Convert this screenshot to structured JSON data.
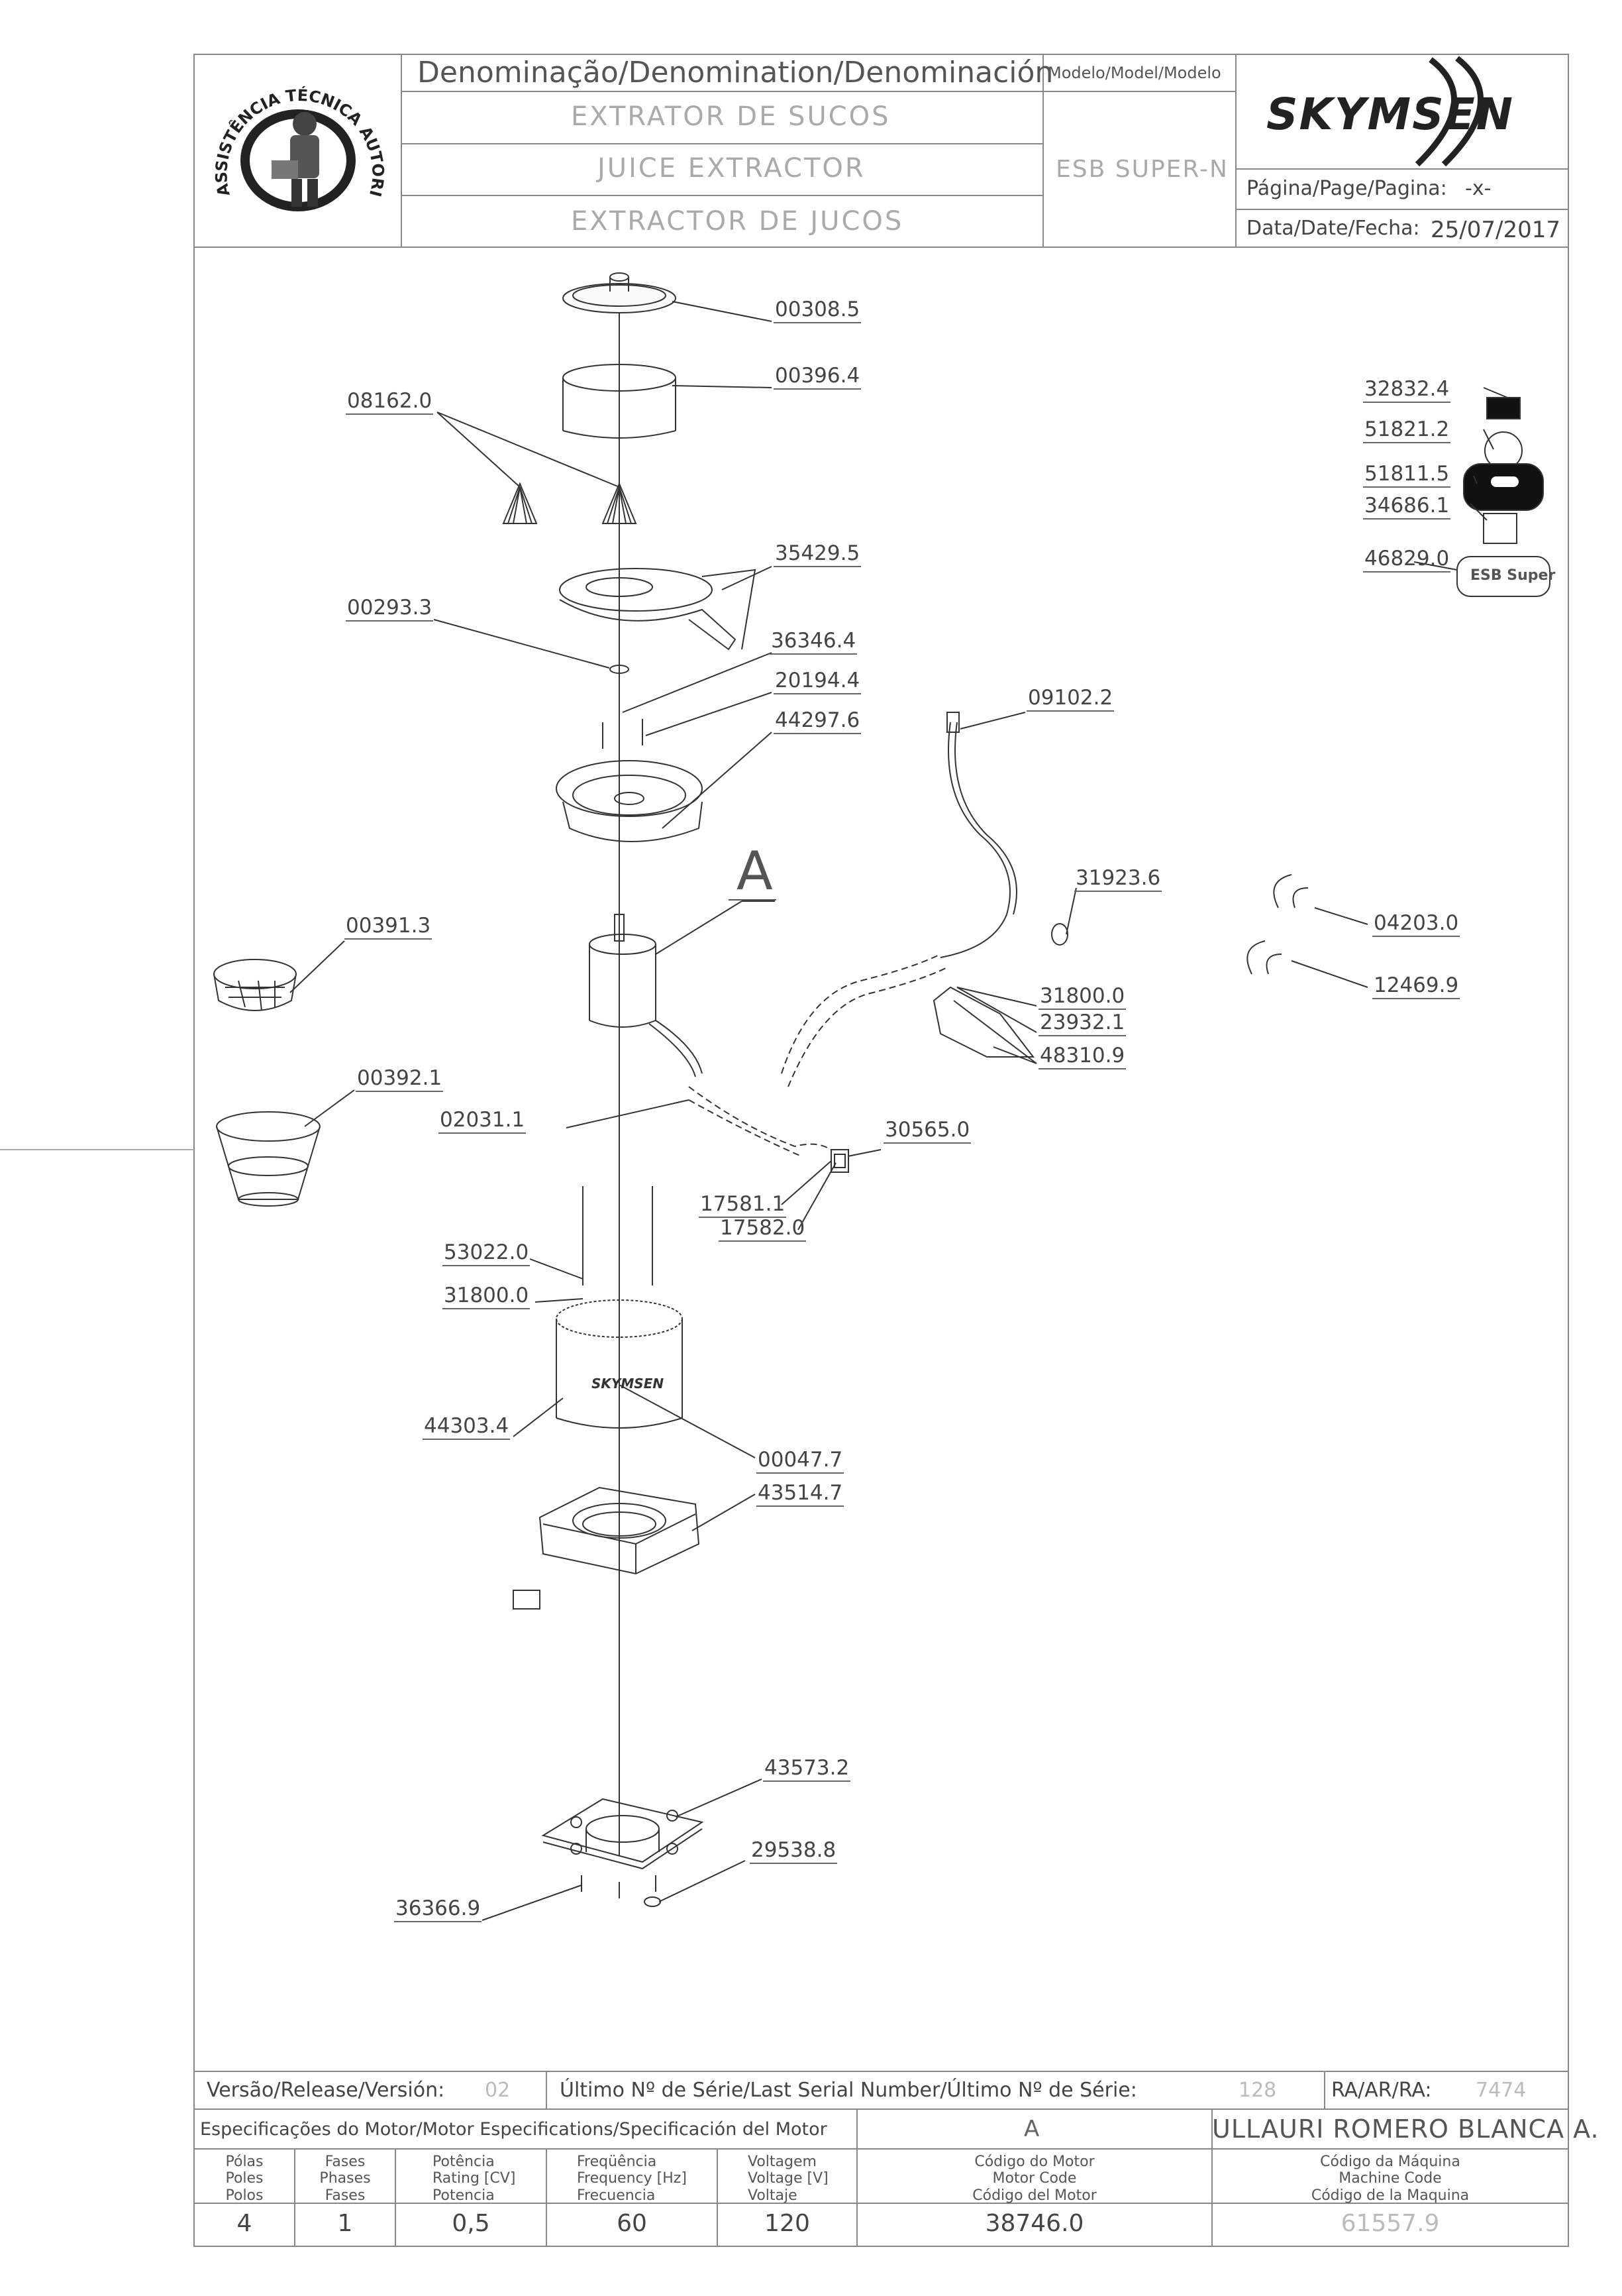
{
  "header": {
    "denomination_label": "Denominação/Denomination/Denominación",
    "names": [
      "EXTRATOR DE SUCOS",
      "JUICE EXTRACTOR",
      "EXTRACTOR DE JUCOS"
    ],
    "model_label": "Modelo/Model/Modelo",
    "model_value": "ESB SUPER-N",
    "brand": "SKYMSEN",
    "page_label": "Página/Page/Pagina:",
    "page_value": "-x-",
    "date_label": "Data/Date/Fecha:",
    "date_value": "25/07/2017",
    "stamp_text": "ASSISTÊNCIA TÉCNICA AUTORIZADA"
  },
  "drawing": {
    "annotation": "A",
    "motor_label": "SKYMSEN",
    "badge_text": "ESB Super",
    "part_numbers": {
      "lid": "00308.5",
      "cup": "00396.4",
      "reamers": "08162.0",
      "spout_bowl": "35429.5",
      "washer": "00293.3",
      "screw_a": "36346.4",
      "screw_b": "20194.4",
      "basket": "44297.6",
      "power_cord": "09102.2",
      "cord_grommet": "31923.6",
      "strainer": "00391.3",
      "funnel_cup": "00392.1",
      "harness": "02031.1",
      "clip_a": "31800.0",
      "cover_a": "23932.1",
      "cover_b": "48310.9",
      "switch": "30565.0",
      "terminal_a": "17581.1",
      "terminal_b": "17582.0",
      "rod": "53022.0",
      "nut": "31800.0",
      "motor_housing": "44303.4",
      "sticker": "00047.7",
      "base": "43514.7",
      "bottom_plate": "43573.2",
      "foot": "29538.8",
      "bottom_screw": "36366.9",
      "spring_a": "04203.0",
      "spring_b": "12469.9",
      "acc_1": "32832.4",
      "acc_2": "51821.2",
      "acc_3": "51811.5",
      "acc_4": "34686.1",
      "acc_5": "46829.0"
    }
  },
  "footer": {
    "version_label": "Versão/Release/Versión:",
    "version_value": "02",
    "serial_label": "Último Nº de Série/Last Serial Number/Último Nº de Série:",
    "serial_value": "128",
    "ra_label": "RA/AR/RA:",
    "ra_value": "7474",
    "motor_spec_label": "Especificações do Motor/Motor Especifications/Specificación del Motor",
    "motor_spec_value": "A",
    "author": "ULLAURI ROMERO BLANCA A.",
    "col_poles": "Pólas\nPoles\nPolos",
    "col_phases": "Fases\nPhases\nFases",
    "col_rating": "Potência\nRating [CV]\nPotencia",
    "col_freq": "Freqüência\nFrequency [Hz]\nFrecuencia",
    "col_voltage": "Voltagem\nVoltage [V]\nVoltaje",
    "col_motor_code": "Código do Motor\nMotor Code\nCódigo del Motor",
    "col_machine_code": "Código da Máquina\nMachine Code\nCódigo de la Maquina",
    "poles": "4",
    "phases": "1",
    "rating": "0,5",
    "frequency": "60",
    "voltage": "120",
    "motor_code": "38746.0",
    "machine_code": "61557.9"
  }
}
